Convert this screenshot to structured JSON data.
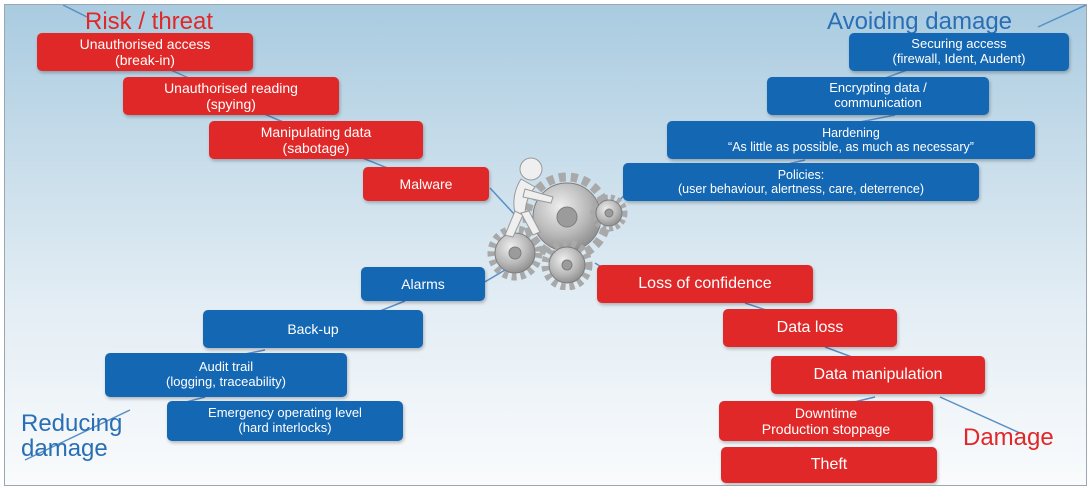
{
  "headings": {
    "risk": "Risk / threat",
    "avoiding": "Avoiding damage",
    "reducing_line1": "Reducing",
    "reducing_line2": "damage",
    "damage": "Damage"
  },
  "risk_items": [
    {
      "line1": "Unauthorised access",
      "line2": "(break-in)"
    },
    {
      "line1": "Unauthorised reading",
      "line2": "(spying)"
    },
    {
      "line1": "Manipulating data",
      "line2": "(sabotage)"
    },
    {
      "line1": "Malware"
    }
  ],
  "avoiding_items": [
    {
      "line1": "Securing access",
      "line2": "(firewall, Ident, Audent)"
    },
    {
      "line1": "Encrypting data /",
      "line2": "communication"
    },
    {
      "line1": "Hardening",
      "line2": "“As little as possible, as much as necessary”"
    },
    {
      "line1": "Policies:",
      "line2": "(user behaviour, alertness, care, deterrence)"
    }
  ],
  "reducing_items": [
    {
      "line1": "Alarms"
    },
    {
      "line1": "Back-up"
    },
    {
      "line1": "Audit trail",
      "line2": "(logging, traceability)"
    },
    {
      "line1": "Emergency operating level",
      "line2": "(hard interlocks)"
    }
  ],
  "damage_items": [
    {
      "line1": "Loss of confidence"
    },
    {
      "line1": "Data loss"
    },
    {
      "line1": "Data manipulation"
    },
    {
      "line1": "Downtime",
      "line2": "Production stoppage"
    },
    {
      "line1": "Theft"
    }
  ],
  "colors": {
    "threat_red": "#e02828",
    "protection_blue": "#1467b3",
    "connector_blue": "#5a8fc6"
  },
  "center_image": "figure-pushing-gears"
}
